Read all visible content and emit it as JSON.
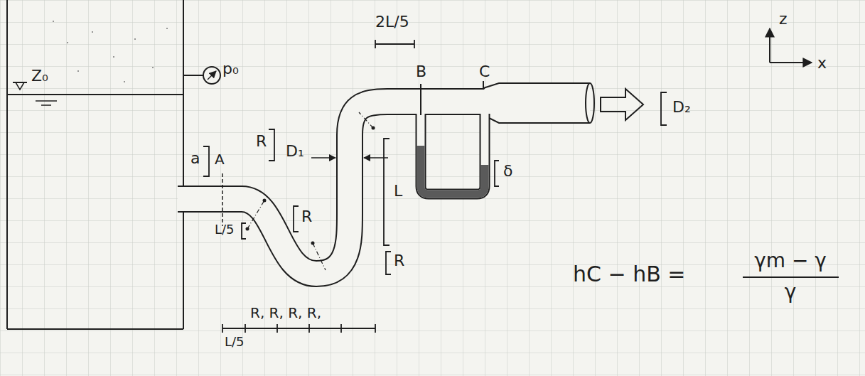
{
  "diagram": {
    "labels": [
      "Z₀",
      "p₀",
      "a",
      "R",
      "A",
      "D₁",
      "R",
      "2L/5",
      "B",
      "C",
      "L",
      "δ",
      "D₂",
      "z",
      "x",
      "L/5",
      "R",
      "hC − hB =",
      "γm − γ",
      "γ",
      "R, R, R, R,",
      "L/5"
    ]
  }
}
